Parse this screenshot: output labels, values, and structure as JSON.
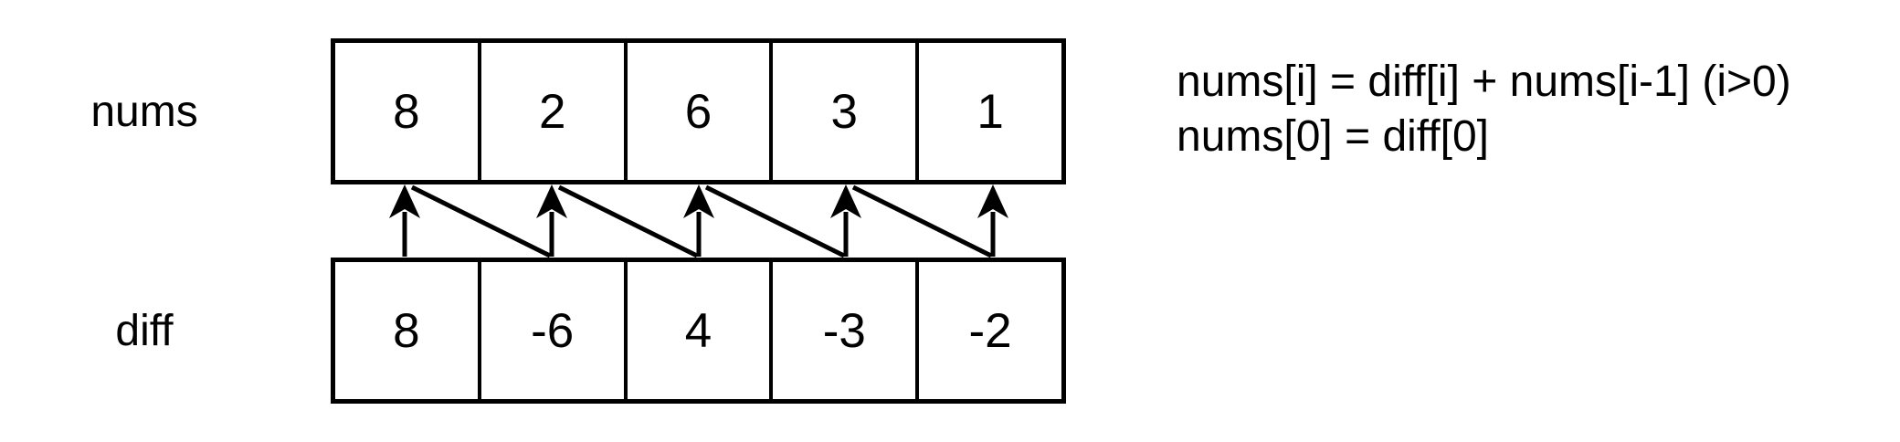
{
  "figure": {
    "background_color": "#ffffff",
    "line_color": "#000000",
    "rows": [
      {
        "id": "nums",
        "label": "nums",
        "values": [
          "8",
          "2",
          "6",
          "3",
          "1"
        ]
      },
      {
        "id": "diff",
        "label": "diff",
        "values": [
          "8",
          "-6",
          "4",
          "-3",
          "-2"
        ]
      }
    ],
    "formulas": {
      "recurrence": "nums[i] = diff[i] + nums[i-1] (i>0)",
      "base_case": "nums[0] = diff[0]"
    },
    "connections": {
      "vertical_arrows": [
        "diff[0]->nums[0]",
        "diff[1]->nums[1]",
        "diff[2]->nums[2]",
        "diff[3]->nums[3]",
        "diff[4]->nums[4]"
      ],
      "diagonal_carry_lines": [
        "nums[0]->nums[1]",
        "nums[1]->nums[2]",
        "nums[2]->nums[3]",
        "nums[3]->nums[4]"
      ]
    }
  }
}
